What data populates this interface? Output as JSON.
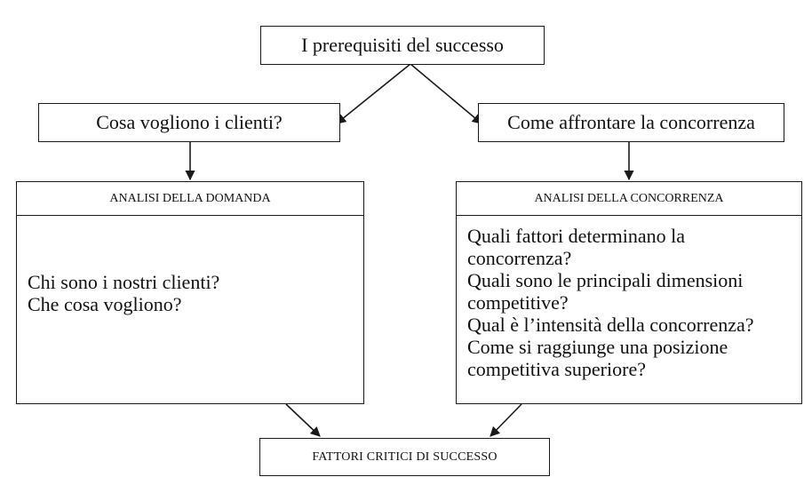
{
  "nodes": {
    "root": "I prerequisiti del successo",
    "left_question": "Cosa vogliono i clienti?",
    "right_question": "Come affrontare la concorrenza",
    "bottom": "FATTORI CRITICI DI SUCCESSO"
  },
  "panels": {
    "demand": {
      "title": "ANALISI DELLA DOMANDA",
      "lines": [
        "Chi sono i nostri clienti?",
        "Che cosa vogliono?"
      ]
    },
    "competition": {
      "title": "ANALISI DELLA CONCORRENZA",
      "lines": [
        "Quali fattori determinano la",
        "concorrenza?",
        "Quali sono le principali dimensioni",
        "competitive?",
        "Qual è l’intensità della concorrenza?",
        "Come si raggiunge una posizione",
        "competitiva superiore?"
      ]
    }
  },
  "colors": {
    "stroke": "#1a1a1a",
    "text": "#111111",
    "background": "#ffffff"
  }
}
